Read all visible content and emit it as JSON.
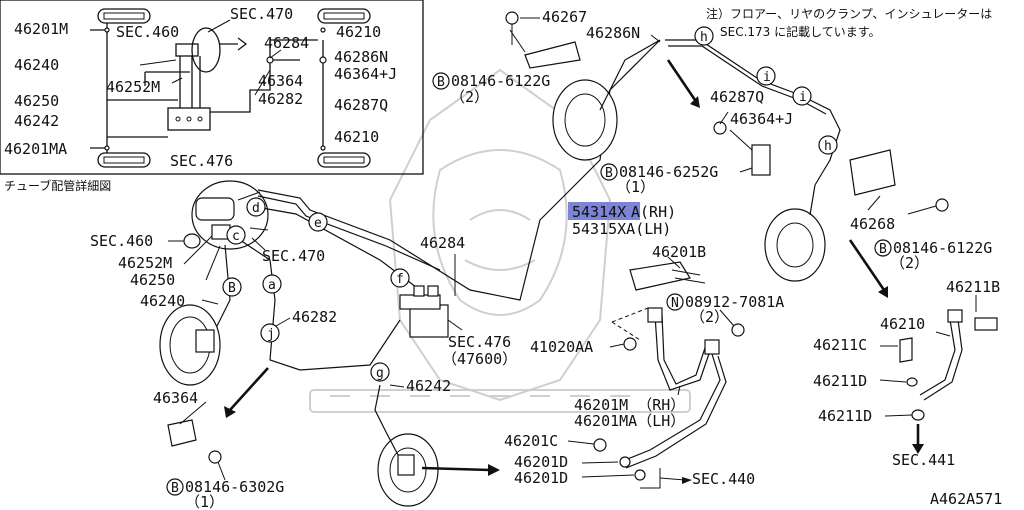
{
  "note": {
    "line1": "注）フロアー、リヤのクランプ、インシュレーターは",
    "line2": "SEC.173 に記載しています。"
  },
  "inset": {
    "title": "チューブ配管詳細図",
    "labels": {
      "p46201M": "46201M",
      "sec460": "SEC.460",
      "sec470": "SEC.470",
      "p46240": "46240",
      "p46252M": "46252M",
      "p46250": "46250",
      "p46242": "46242",
      "p46201MA": "46201MA",
      "sec476": "SEC.476",
      "p46284": "46284",
      "p46364": "46364",
      "p46282": "46282",
      "p46210a": "46210",
      "p46286N": "46286N",
      "p46364J": "46364+J",
      "p46287Q": "46287Q",
      "p46210b": "46210"
    }
  },
  "labels": {
    "p46267": "46267",
    "p46286N": "46286N",
    "b08146_6122G_a": "08146-6122G",
    "qty2_a": "（2）",
    "p46287Q": "46287Q",
    "p46364J": "46364+J",
    "b08146_6252G": "08146-6252G",
    "qty1_a": "（1）",
    "p46268": "46268",
    "b08146_6122G_b": "08146-6122G",
    "qty2_b": "（2）",
    "p54314X_hl": "54314X",
    "p54314X_rest": "A(RH)",
    "p54315XA": "54315XA(LH)",
    "p46201B": "46201B",
    "n08912_7081A": "08912-7081A",
    "qty2_c": "（2）",
    "p46211B": "46211B",
    "p46210": "46210",
    "p46211C_r": "46211C",
    "p46211D_a": "46211D",
    "p46211D_b": "46211D",
    "sec441": "SEC.441",
    "sec460": "SEC.460",
    "p46252M": "46252M",
    "p46250": "46250",
    "p46240": "46240",
    "sec470": "SEC.470",
    "p46284": "46284",
    "p46282": "46282",
    "sec476": "SEC.476",
    "p47600": "（47600）",
    "p41020AA": "41020AA",
    "p46242": "46242",
    "p46201M": "46201M （RH）",
    "p46201MA": "46201MA（LH）",
    "p46201C": "46201C",
    "p46201D_a": "46201D",
    "p46201D_b": "46201D",
    "sec440": "SEC.440",
    "p46364": "46364",
    "b08146_6302G": "08146-6302G",
    "qty1_b": "（1）",
    "diagram_id": "A462A571"
  },
  "callouts": {
    "b": "B",
    "n": "N",
    "h": "h",
    "i": "i",
    "d": "d",
    "c": "c",
    "e": "e",
    "f": "f",
    "a": "a",
    "j": "j",
    "g": "g"
  },
  "colors": {
    "highlight": "#7b84d6",
    "line": "#111111",
    "watermark": "#cfcfcf"
  }
}
